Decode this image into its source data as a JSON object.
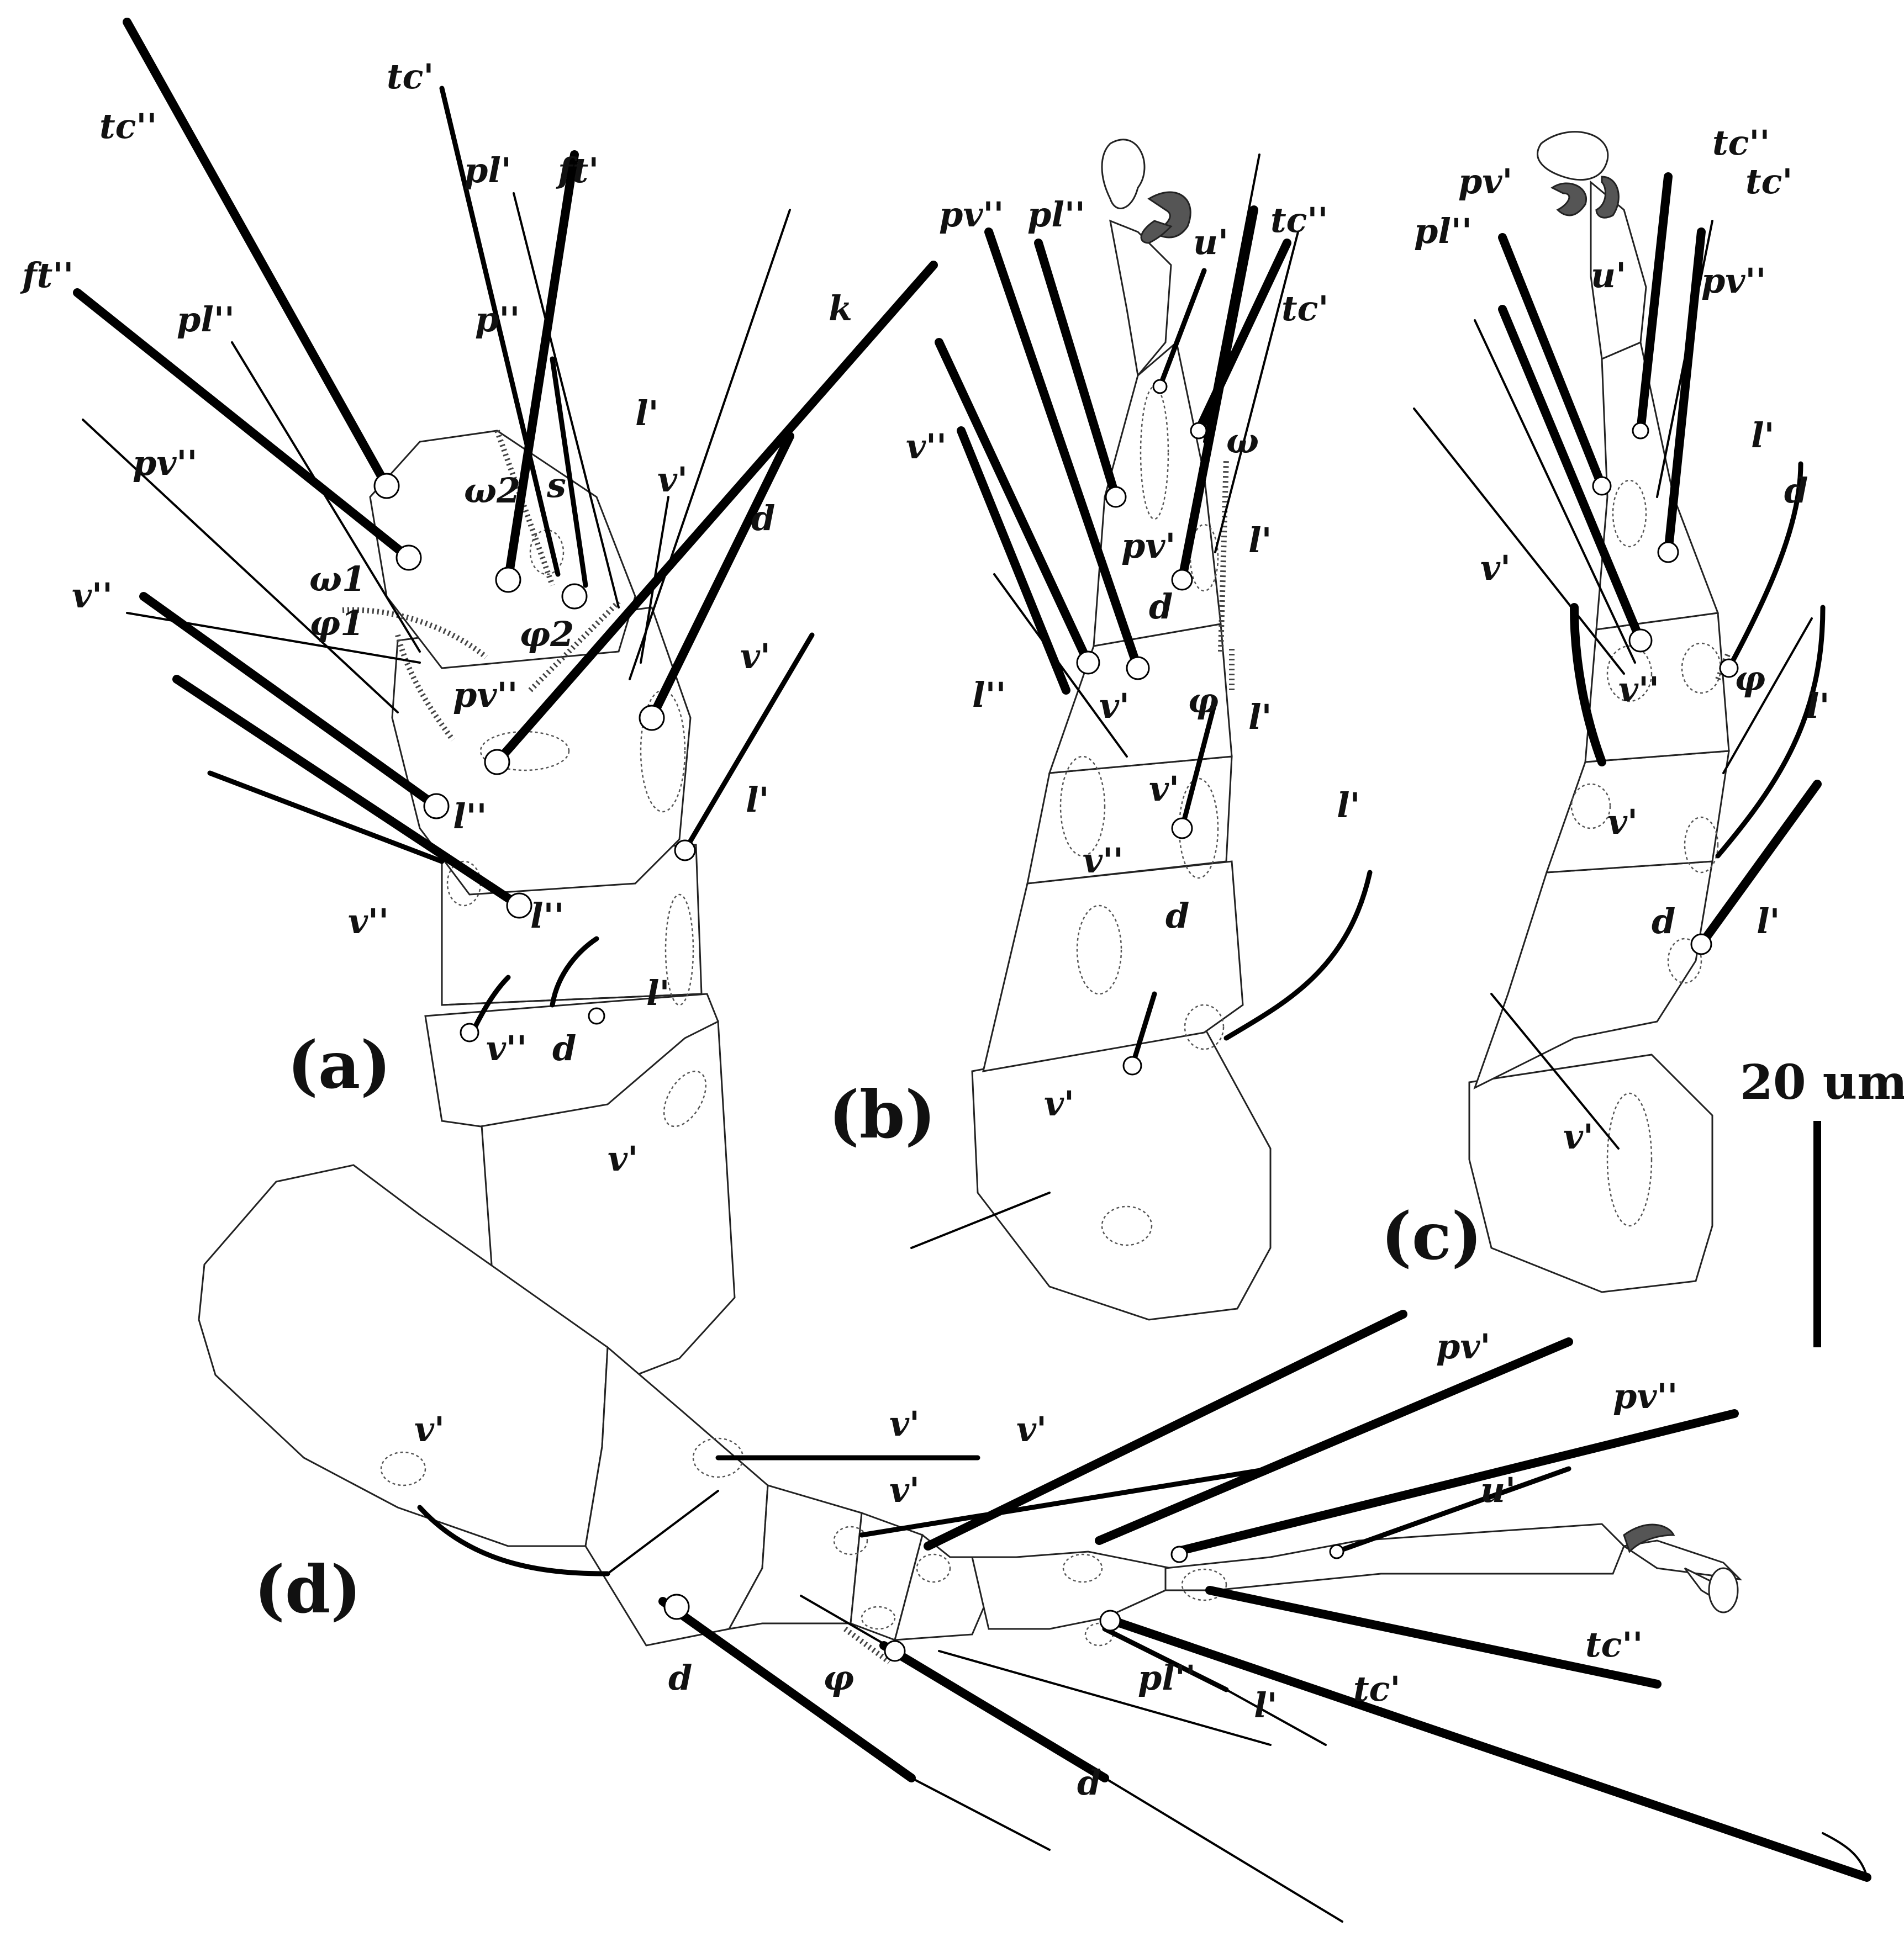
{
  "figure": {
    "scale_bar": {
      "label": "20 um"
    },
    "panels": [
      {
        "id": "a",
        "label": "(a)",
        "setae": [
          "tc'",
          "tc''",
          "pl'",
          "ft'",
          "ft''",
          "pl''",
          "p''",
          "pv''",
          "ω2",
          "s",
          "ω1",
          "φ1",
          "φ2",
          "v''",
          "pv''",
          "l'",
          "v'",
          "d",
          "l''",
          "v'",
          "l'",
          "v''",
          "l''",
          "l'",
          "v''",
          "d",
          "v'",
          "k"
        ]
      },
      {
        "id": "b",
        "label": "(b)",
        "setae": [
          "pv''",
          "pl''",
          "u'",
          "tc''",
          "tc'",
          "v''",
          "ω",
          "pv'",
          "l'",
          "d",
          "l''",
          "v'",
          "φ",
          "l'",
          "v'",
          "l'",
          "v''",
          "d",
          "v'"
        ]
      },
      {
        "id": "c",
        "label": "(c)",
        "setae": [
          "pv'",
          "tc''",
          "pl''",
          "tc'",
          "u'",
          "pv''",
          "l'",
          "v'",
          "d",
          "v''",
          "φ",
          "l'",
          "v'",
          "d",
          "l'",
          "v'"
        ]
      },
      {
        "id": "d",
        "label": "(d)",
        "setae": [
          "pv'",
          "pv''",
          "v'",
          "v'",
          "v'",
          "u'",
          "v'",
          "d",
          "φ",
          "pl''",
          "tc''",
          "l'",
          "tc'",
          "d"
        ]
      }
    ]
  }
}
